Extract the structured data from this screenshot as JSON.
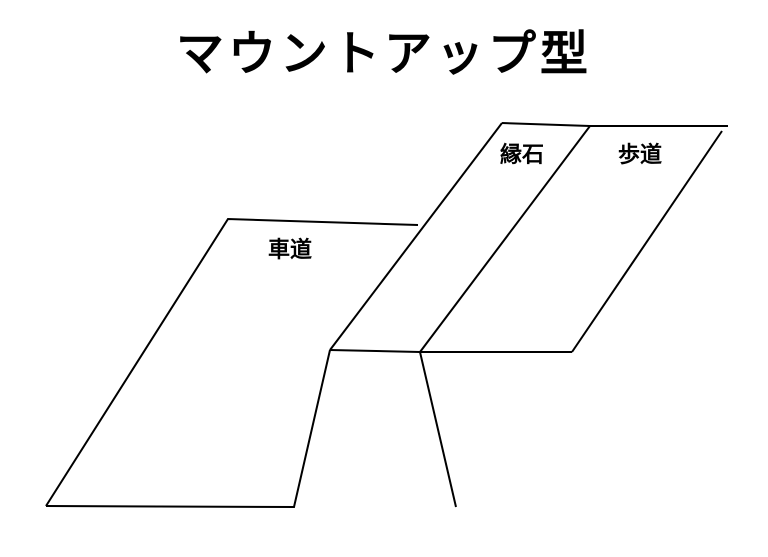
{
  "title": "マウントアップ型",
  "labels": {
    "roadway": "車道",
    "curb": "縁石",
    "sidewalk": "歩道"
  },
  "colors": {
    "line": "#000000",
    "background": "#ffffff"
  }
}
